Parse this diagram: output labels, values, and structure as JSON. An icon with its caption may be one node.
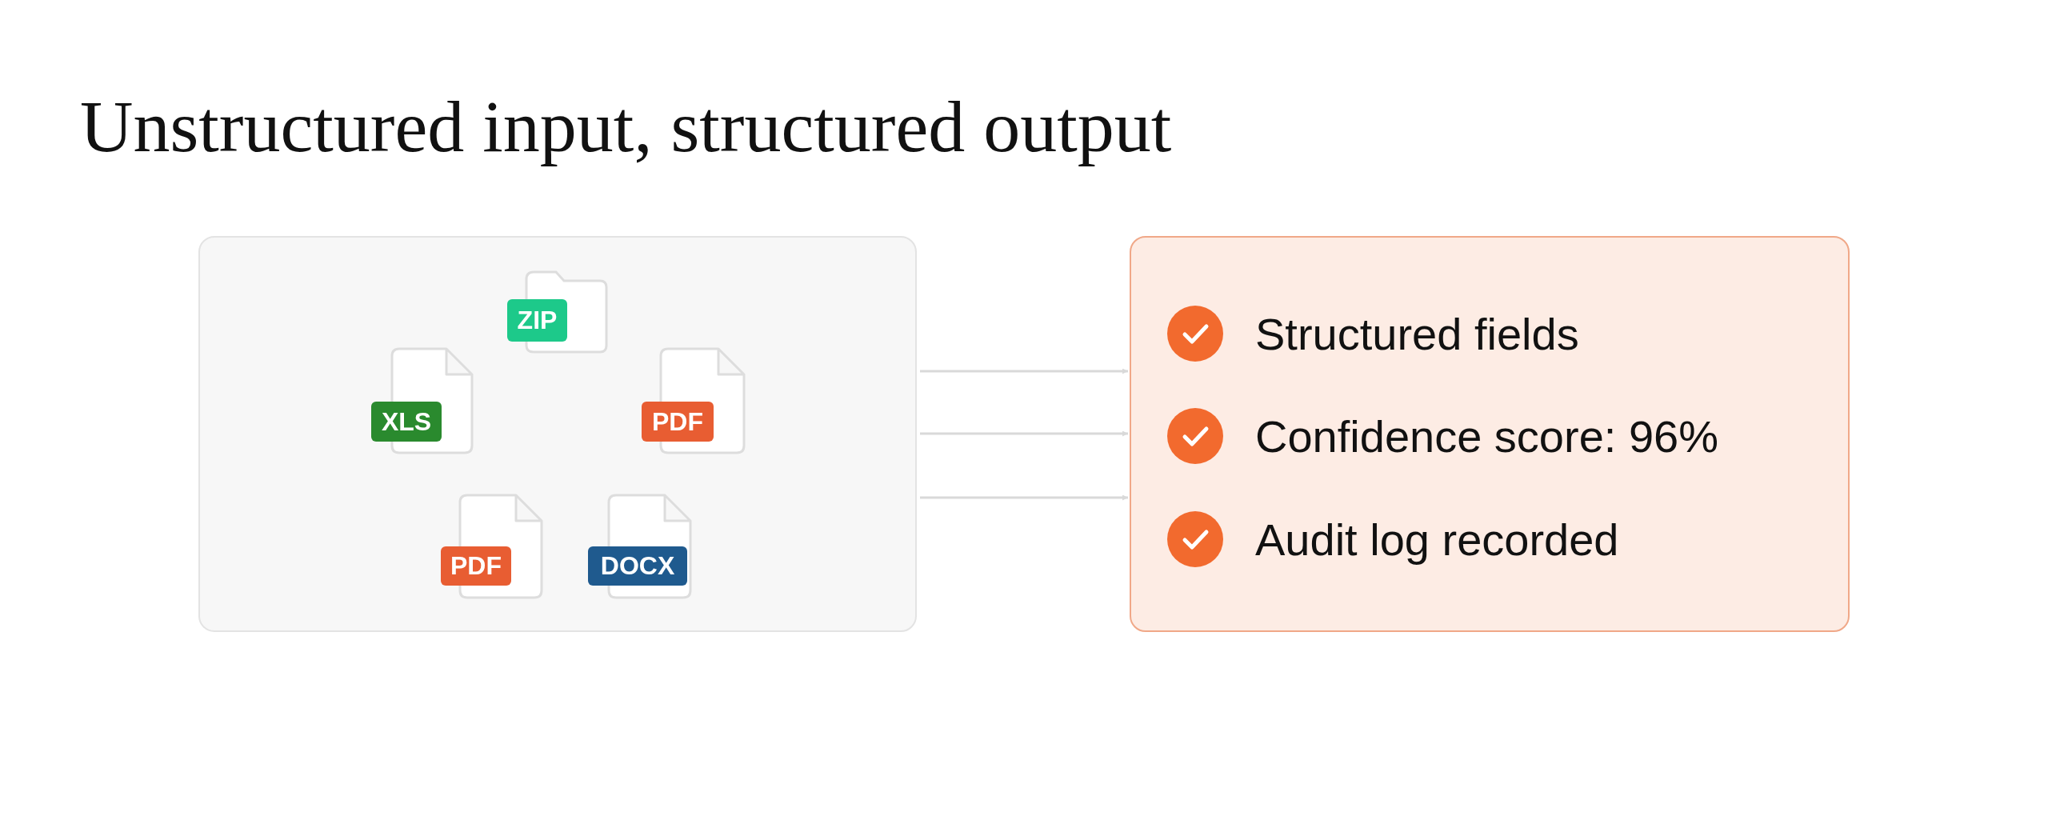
{
  "diagram": {
    "title": "Unstructured input, structured output",
    "nodes": [
      {
        "text": [],
        "shape": "box"
      },
      {
        "text": [
          "ZIP"
        ],
        "in": 0
      },
      {
        "text": [
          "XLS"
        ],
        "in": 0
      },
      {
        "text": [
          "PDF"
        ],
        "in": 0
      },
      {
        "text": [
          "PDF"
        ],
        "in": 0
      },
      {
        "text": [
          "DOCX"
        ],
        "in": 0
      },
      {
        "text": [
          "Structured fields",
          "Confidence score: 96%",
          "Audit log recorded"
        ]
      }
    ],
    "edges": [
      {
        "from": 0,
        "to": 6,
        "arrow": "to"
      },
      {
        "from": 0,
        "to": 6,
        "arrow": "to"
      },
      {
        "from": 0,
        "to": 6,
        "arrow": "to"
      }
    ]
  }
}
